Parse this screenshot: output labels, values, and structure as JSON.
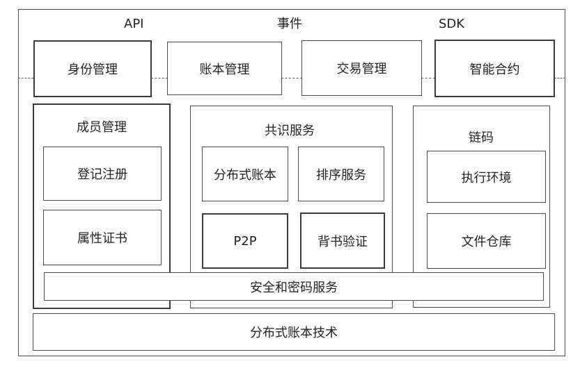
{
  "top_labels": {
    "api": "API",
    "events": "事件",
    "sdk": "SDK"
  },
  "top_boxes": [
    {
      "label": "身份管理"
    },
    {
      "label": "账本管理"
    },
    {
      "label": "交易管理"
    },
    {
      "label": "智能合约"
    }
  ],
  "member_mgmt": {
    "title": "成员管理",
    "items": [
      "登记注册",
      "属性证书"
    ]
  },
  "consensus": {
    "title": "共识服务",
    "items": [
      "分布式账本",
      "排序服务",
      "P2P",
      "背书验证"
    ]
  },
  "chaincode": {
    "title": "链码",
    "items": [
      "执行环境",
      "文件仓库"
    ]
  },
  "security": "安全和密码服务",
  "foundation": "分布式账本技术"
}
